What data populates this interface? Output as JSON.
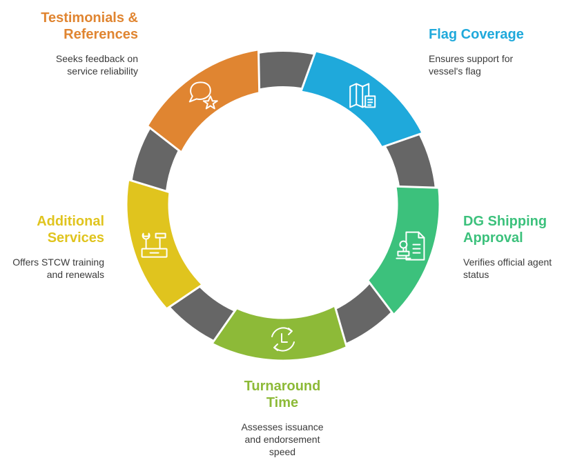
{
  "colors": {
    "ring": "#666666",
    "ring_stroke": "#ffffff",
    "icon_stroke": "#ffffff",
    "desc_text": "#3a3a3a"
  },
  "steps": [
    {
      "key": "flag",
      "title": "Flag Coverage",
      "description": "Ensures support for vessel's flag",
      "color": "#1FA9DB",
      "icon": "map-document-icon"
    },
    {
      "key": "dg",
      "title": "DG Shipping Approval",
      "description": "Verifies official agent status",
      "color": "#3CC17C",
      "icon": "document-stamp-icon"
    },
    {
      "key": "turnaround",
      "title": "Turnaround Time",
      "description": "Assesses issuance and endorsement speed",
      "color": "#8DBA38",
      "icon": "clock-refresh-icon"
    },
    {
      "key": "additional",
      "title": "Additional Services",
      "description": "Offers STCW training and renewals",
      "color": "#E0C41E",
      "icon": "toolbox-icon"
    },
    {
      "key": "testimonials",
      "title": "Testimonials & References",
      "description": "Seeks feedback on service reliability",
      "color": "#E08531",
      "icon": "chat-star-icon"
    }
  ]
}
